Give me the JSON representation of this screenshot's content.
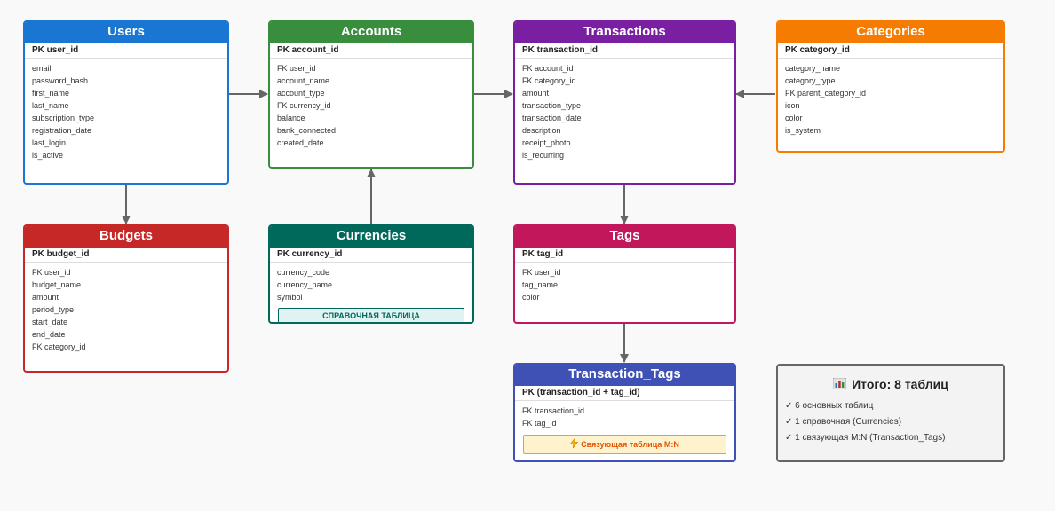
{
  "colors": {
    "users": "#1976d2",
    "accounts": "#388e3c",
    "transactions": "#7b1fa2",
    "categories": "#f57c00",
    "budgets": "#c62828",
    "currencies": "#00695c",
    "tags": "#c2185b",
    "transaction_tags": "#3f51b5",
    "connector": "#666666"
  },
  "tables": {
    "users": {
      "title": "Users",
      "pk": "PK user_id",
      "fields": [
        "email",
        "password_hash",
        "first_name",
        "last_name",
        "subscription_type",
        "registration_date",
        "last_login",
        "is_active"
      ]
    },
    "accounts": {
      "title": "Accounts",
      "pk": "PK account_id",
      "fields": [
        "FK user_id",
        "account_name",
        "account_type",
        "FK currency_id",
        "balance",
        "bank_connected",
        "created_date"
      ]
    },
    "transactions": {
      "title": "Transactions",
      "pk": "PK transaction_id",
      "fields": [
        "FK account_id",
        "FK category_id",
        "amount",
        "transaction_type",
        "transaction_date",
        "description",
        "receipt_photo",
        "is_recurring"
      ]
    },
    "categories": {
      "title": "Categories",
      "pk": "PK category_id",
      "fields": [
        "category_name",
        "category_type",
        "FK parent_category_id",
        "icon",
        "color",
        "is_system"
      ]
    },
    "budgets": {
      "title": "Budgets",
      "pk": "PK budget_id",
      "fields": [
        "FK user_id",
        "budget_name",
        "amount",
        "period_type",
        "start_date",
        "end_date",
        "FK category_id"
      ]
    },
    "currencies": {
      "title": "Currencies",
      "pk": "PK currency_id",
      "fields": [
        "currency_code",
        "currency_name",
        "symbol"
      ],
      "note": "СПРАВОЧНАЯ ТАБЛИЦА"
    },
    "tags": {
      "title": "Tags",
      "pk": "PK tag_id",
      "fields": [
        "FK user_id",
        "tag_name",
        "color"
      ]
    },
    "transaction_tags": {
      "title": "Transaction_Tags",
      "pk": "PK (transaction_id + tag_id)",
      "fields": [
        "FK transaction_id",
        "FK tag_id"
      ],
      "note": "Связующая таблица M:N",
      "note_icon": "lightning-icon"
    }
  },
  "summary": {
    "icon": "bar-chart-icon",
    "title": "Итого: 8 таблиц",
    "lines": [
      "✓ 6 основных таблиц",
      "✓ 1 справочная (Currencies)",
      "✓ 1 связующая M:N (Transaction_Tags)"
    ]
  }
}
